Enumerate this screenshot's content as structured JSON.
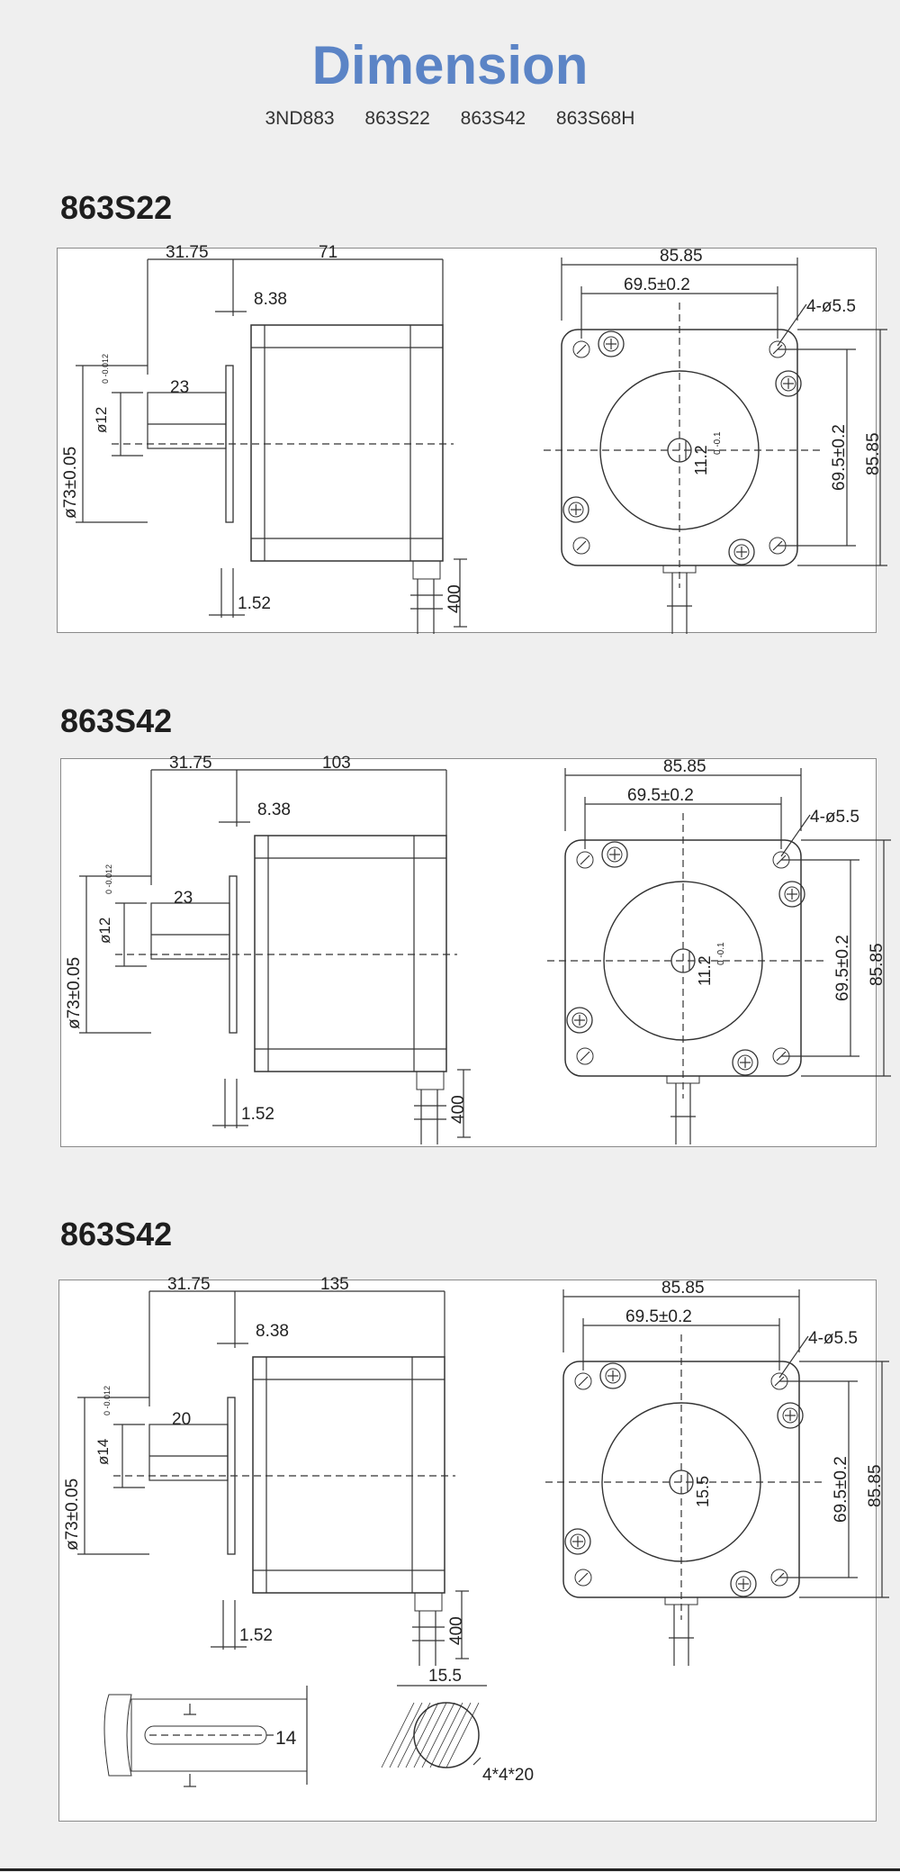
{
  "header": {
    "title": "Dimension",
    "models": [
      "3ND883",
      "863S22",
      "863S42",
      "863S68H"
    ]
  },
  "sections": [
    {
      "title": "863S22",
      "side": {
        "total_offset": "31.75",
        "body_length": "71",
        "flange": "8.38",
        "shaft_len": "23",
        "shaft_dia_main": "ø12",
        "shaft_tol": "0  -0.012",
        "pilot": "ø73±0.05",
        "boss": "1.52",
        "lead": "400"
      },
      "front": {
        "width": "85.85",
        "hole_spacing": "69.5±0.2",
        "holes": "4-ø5.5",
        "shaft_flat": "11.2",
        "flat_tol": "0  -0.1",
        "hole_spacing_v": "69.5±0.2",
        "height": "85.85"
      }
    },
    {
      "title": "863S42",
      "side": {
        "total_offset": "31.75",
        "body_length": "103",
        "flange": "8.38",
        "shaft_len": "23",
        "shaft_dia_main": "ø12",
        "shaft_tol": "0  -0.012",
        "pilot": "ø73±0.05",
        "boss": "1.52",
        "lead": "400"
      },
      "front": {
        "width": "85.85",
        "hole_spacing": "69.5±0.2",
        "holes": "4-ø5.5",
        "shaft_flat": "11.2",
        "flat_tol": "0  -0.1",
        "hole_spacing_v": "69.5±0.2",
        "height": "85.85"
      }
    },
    {
      "title": "863S42",
      "side": {
        "total_offset": "31.75",
        "body_length": "135",
        "flange": "8.38",
        "shaft_len": "20",
        "shaft_dia_main": "ø14",
        "shaft_tol": "0  -0.012",
        "pilot": "ø73±0.05",
        "boss": "1.52",
        "lead": "400"
      },
      "front": {
        "width": "85.85",
        "hole_spacing": "69.5±0.2",
        "holes": "4-ø5.5",
        "shaft_flat": "15.5",
        "flat_tol": "",
        "hole_spacing_v": "69.5±0.2",
        "height": "85.85"
      },
      "extra": {
        "shaft_w": "14",
        "key_w": "15.5",
        "key_label": "4*4*20"
      }
    }
  ]
}
